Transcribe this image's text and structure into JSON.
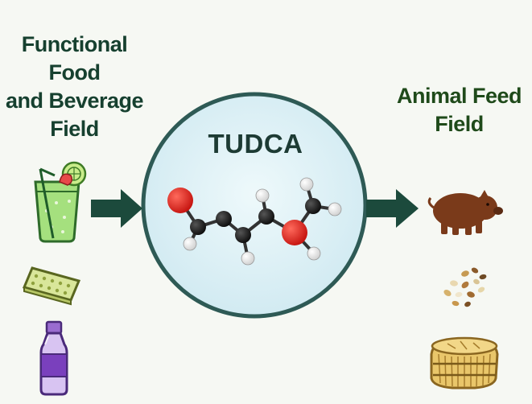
{
  "left_label": [
    "Functional",
    "Food",
    "and Beverage",
    "Field"
  ],
  "right_label": [
    "Animal Feed",
    "Field"
  ],
  "center_title": "TUDCA",
  "colors": {
    "background": "#f6f8f3",
    "circle_fill": "#dff1f6",
    "circle_stroke": "#2e5a55",
    "arrow": "#1c4a3c",
    "oxygen_atom": "#e0231f",
    "carbon_atom": "#1a1a1a",
    "hydrogen_atom": "#f2f2f2",
    "left_text": "#16402f",
    "right_text": "#1f4a1a"
  },
  "left_icons": [
    "juice-glass-icon",
    "tablet-bar-icon",
    "beverage-bottle-icon"
  ],
  "right_icons": [
    "pig-icon",
    "grain-seeds-icon",
    "hay-bale-icon"
  ]
}
